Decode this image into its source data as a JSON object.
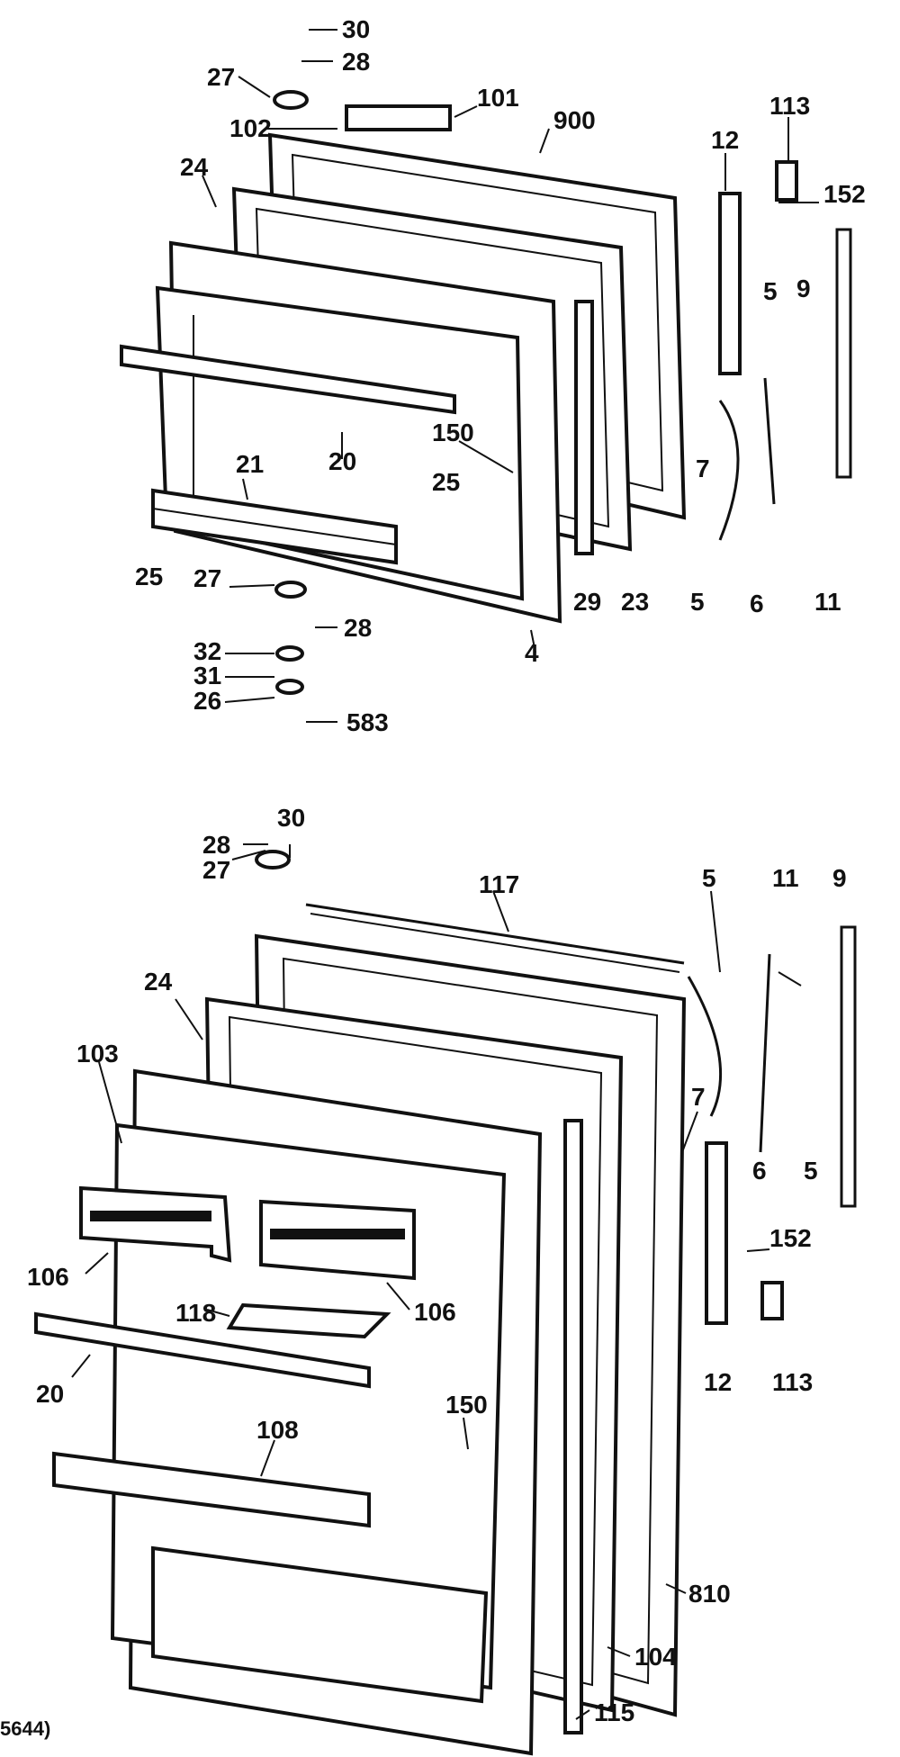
{
  "diagram": {
    "footer_code": "5644)",
    "upper_door_labels": {
      "l30": "30",
      "l28": "28",
      "l27": "27",
      "l101": "101",
      "l102": "102",
      "l900": "900",
      "l12": "12",
      "l113": "113",
      "l152": "152",
      "l24": "24",
      "l5a": "5",
      "l9": "9",
      "l7": "7",
      "l150": "150",
      "l20": "20",
      "l21": "21",
      "l25a": "25",
      "l25b": "25",
      "l5b": "5",
      "l6": "6",
      "l11": "11",
      "l29": "29",
      "l23": "23",
      "l4": "4",
      "l27b": "27",
      "l28b": "28",
      "l32": "32",
      "l31": "31",
      "l26": "26",
      "l583": "583"
    },
    "lower_door_labels": {
      "l30": "30",
      "l28": "28",
      "l27": "27",
      "l117": "117",
      "l5a": "5",
      "l11": "11",
      "l9": "9",
      "l24": "24",
      "l103": "103",
      "l7": "7",
      "l6": "6",
      "l5b": "5",
      "l106a": "106",
      "l106b": "106",
      "l118": "118",
      "l152": "152",
      "l12": "12",
      "l113": "113",
      "l20": "20",
      "l150": "150",
      "l108": "108",
      "l810": "810",
      "l104": "104",
      "l115": "115"
    }
  }
}
